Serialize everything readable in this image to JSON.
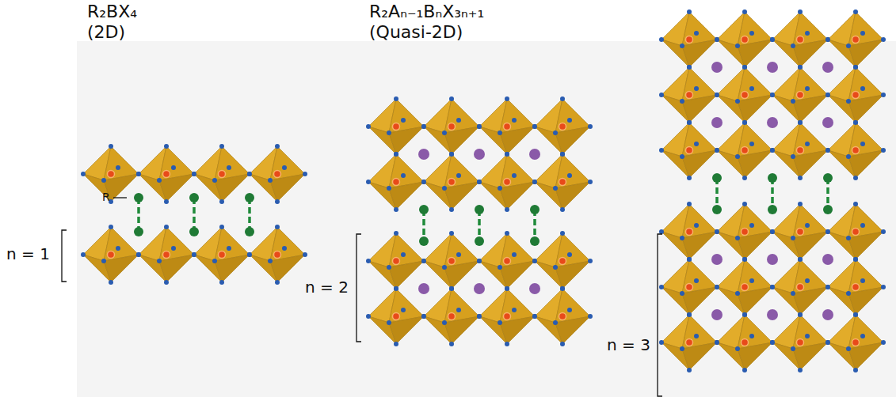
{
  "diagram": {
    "labels": [
      "R₂BX₄",
      "(2D)",
      "R₂Aₙ₋₁BₙX₃ₙ₊₁",
      "(Quasi-2D)",
      "R",
      "n = 1",
      "n = 2",
      "n = 3"
    ]
  }
}
